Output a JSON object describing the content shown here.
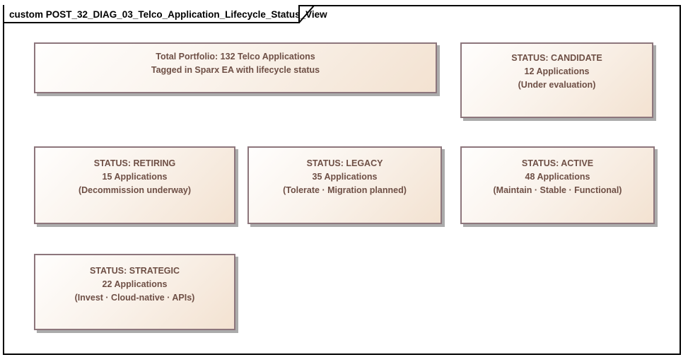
{
  "frame": {
    "kind": "custom",
    "title": "custom POST_32_DIAG_03_Telco_Application_Lifecycle_Status_View"
  },
  "colors": {
    "frame_border": "#000000",
    "box_border": "#8d767c",
    "box_fill_start": "#fffefd",
    "box_fill_end": "#f3e2d1",
    "box_shadow": "#ababab",
    "box_text": "#6e4f45",
    "background": "#ffffff"
  },
  "boxes": [
    {
      "id": "total-portfolio",
      "lines": [
        "Total Portfolio: 132 Telco Applications",
        "Tagged in Sparx EA with lifecycle status"
      ]
    },
    {
      "id": "status-candidate",
      "lines": [
        "STATUS: CANDIDATE",
        "12 Applications",
        "(Under evaluation)"
      ]
    },
    {
      "id": "status-retiring",
      "lines": [
        "STATUS: RETIRING",
        "15 Applications",
        "(Decommission underway)"
      ]
    },
    {
      "id": "status-legacy",
      "lines": [
        "STATUS: LEGACY",
        "35 Applications",
        "(Tolerate · Migration planned)"
      ]
    },
    {
      "id": "status-active",
      "lines": [
        "STATUS: ACTIVE",
        "48 Applications",
        "(Maintain · Stable · Functional)"
      ]
    },
    {
      "id": "status-strategic",
      "lines": [
        "STATUS: STRATEGIC",
        "22 Applications",
        "(Invest · Cloud-native · APIs)"
      ]
    }
  ]
}
